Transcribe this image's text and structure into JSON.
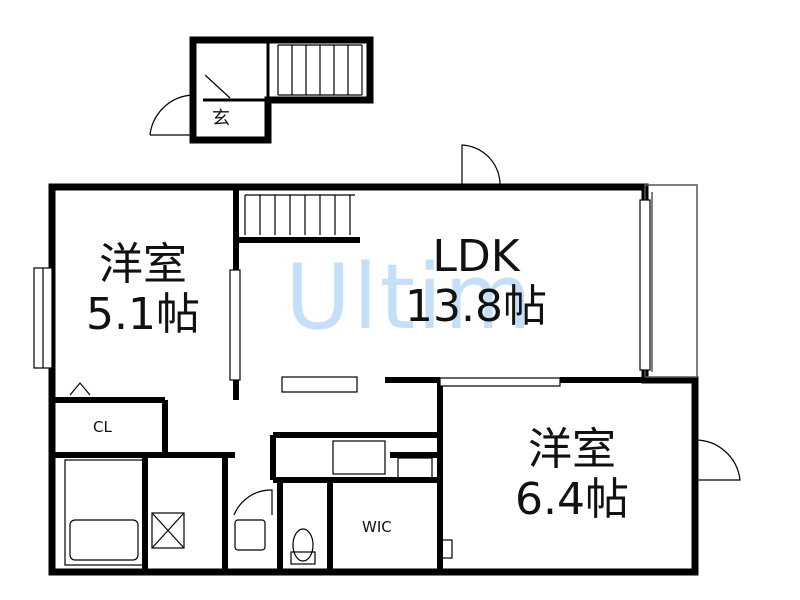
{
  "watermark": "Ultim",
  "rooms": {
    "genkan": "玄",
    "yoshitsu_small": {
      "name": "洋室",
      "size": "5.1帖"
    },
    "ldk": {
      "name": "LDK",
      "size": "13.8帖"
    },
    "yoshitsu_large": {
      "name": "洋室",
      "size": "6.4帖"
    },
    "closet": "CL",
    "walk_in_closet": "WIC"
  },
  "colors": {
    "wall": "#000000",
    "line": "#444444",
    "watermark": "#2f8ee6"
  }
}
